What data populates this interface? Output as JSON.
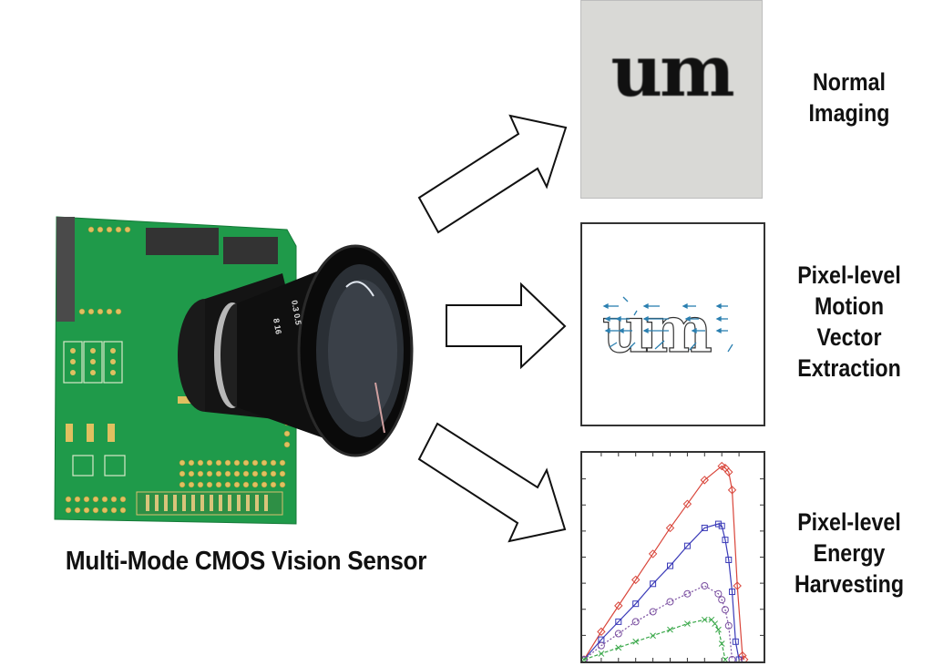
{
  "figure": {
    "sensor": {
      "caption": "Multi-Mode CMOS Vision Sensor",
      "board_color": "#1f9a4a",
      "lens_color": "#111111"
    },
    "modes": [
      {
        "id": "normal",
        "label_lines": [
          "Normal",
          "Imaging"
        ],
        "panel_text": "um",
        "panel_background": "#d9d9d6"
      },
      {
        "id": "motion",
        "label_lines": [
          "Pixel-level",
          "Motion",
          "Vector",
          "Extraction"
        ],
        "panel_text": "um",
        "vector_color": "#2a7fb0"
      },
      {
        "id": "energy",
        "label_lines": [
          "Pixel-level",
          "Energy",
          "Harvesting"
        ]
      }
    ]
  },
  "chart_data": {
    "type": "line",
    "title": "",
    "xlabel": "",
    "ylabel": "",
    "grid": false,
    "xlim": [
      0,
      1
    ],
    "ylim": [
      0,
      1
    ],
    "series": [
      {
        "name": "red",
        "color": "#d9453a",
        "marker": "diamond",
        "x": [
          0.0,
          0.1,
          0.2,
          0.3,
          0.4,
          0.5,
          0.6,
          0.7,
          0.8,
          0.82,
          0.84,
          0.86,
          0.89,
          0.92,
          0.93
        ],
        "y": [
          0.0,
          0.14,
          0.27,
          0.4,
          0.53,
          0.66,
          0.78,
          0.9,
          0.97,
          0.96,
          0.94,
          0.85,
          0.37,
          0.02,
          0.0
        ]
      },
      {
        "name": "blue",
        "color": "#3a3ab8",
        "marker": "square",
        "x": [
          0.0,
          0.1,
          0.2,
          0.3,
          0.4,
          0.5,
          0.6,
          0.7,
          0.78,
          0.8,
          0.82,
          0.84,
          0.86,
          0.88,
          0.9
        ],
        "y": [
          0.0,
          0.1,
          0.19,
          0.28,
          0.38,
          0.47,
          0.57,
          0.66,
          0.68,
          0.67,
          0.6,
          0.5,
          0.34,
          0.09,
          0.0
        ]
      },
      {
        "name": "purple",
        "color": "#7a4fa0",
        "marker": "circle",
        "x": [
          0.0,
          0.1,
          0.2,
          0.3,
          0.4,
          0.5,
          0.6,
          0.7,
          0.78,
          0.8,
          0.82,
          0.84,
          0.86
        ],
        "y": [
          0.0,
          0.07,
          0.13,
          0.19,
          0.24,
          0.29,
          0.33,
          0.37,
          0.33,
          0.3,
          0.25,
          0.17,
          0.0
        ]
      },
      {
        "name": "green",
        "color": "#3aa84a",
        "marker": "x",
        "x": [
          0.0,
          0.1,
          0.2,
          0.3,
          0.4,
          0.5,
          0.6,
          0.7,
          0.74,
          0.76,
          0.78,
          0.8,
          0.82
        ],
        "y": [
          0.0,
          0.03,
          0.06,
          0.09,
          0.12,
          0.15,
          0.18,
          0.2,
          0.2,
          0.18,
          0.15,
          0.08,
          0.0
        ]
      }
    ]
  }
}
